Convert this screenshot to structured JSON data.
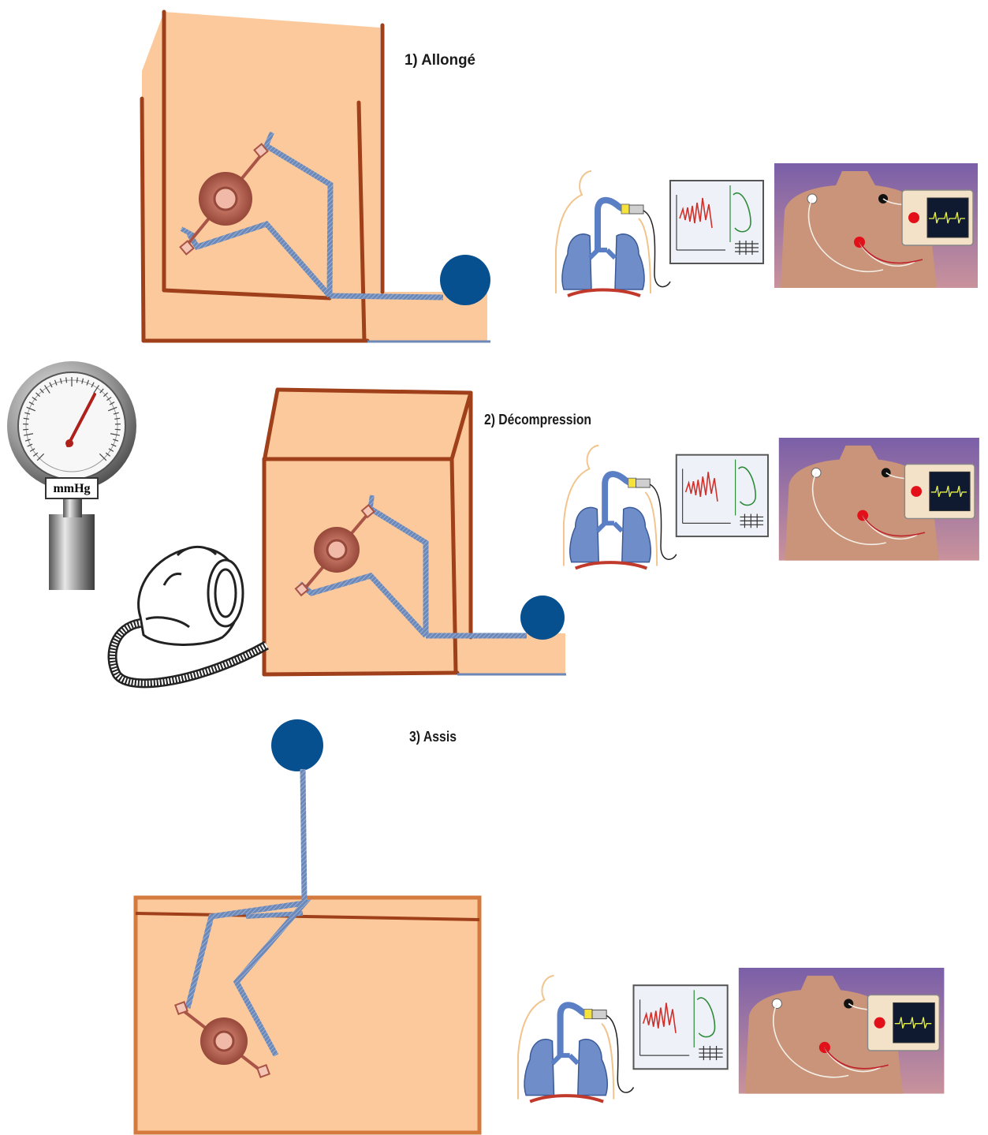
{
  "steps": [
    {
      "label": "1) Allongé"
    },
    {
      "label": "2) Décompression"
    },
    {
      "label": "3) Assis"
    }
  ],
  "manometer": {
    "unit": "mmHg"
  },
  "colors": {
    "box_fill": "#fcc99c",
    "box_stroke": "#a0401a",
    "bottle": "#075090",
    "tube": "#6b88b8",
    "heart": "#a85446",
    "monitor_bg": "#8e6fa8"
  }
}
